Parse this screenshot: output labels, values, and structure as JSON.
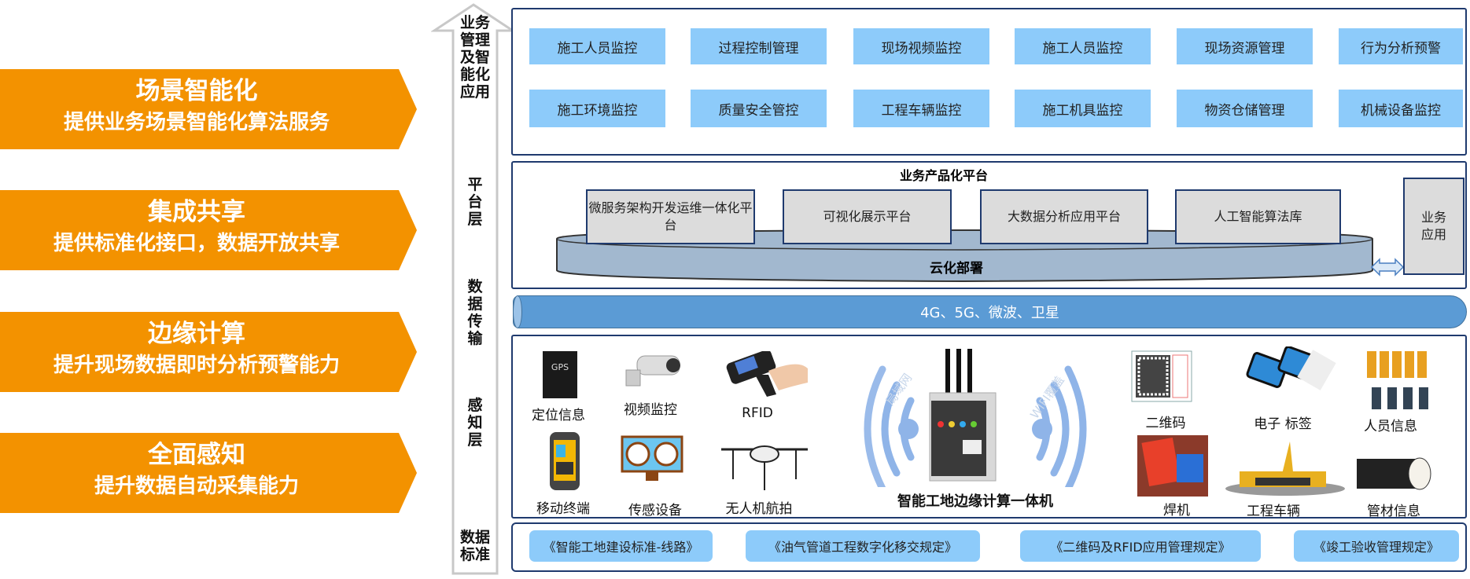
{
  "banners": [
    {
      "title": "场景智能化",
      "subtitle": "提供业务场景智能化算法服务"
    },
    {
      "title": "集成共享",
      "subtitle": "提供标准化接口，数据开放共享"
    },
    {
      "title": "边缘计算",
      "subtitle": "提升现场数据即时分析预警能力"
    },
    {
      "title": "全面感知",
      "subtitle": "提升数据自动采集能力"
    }
  ],
  "layers": {
    "app": "业务管理及智能化应用",
    "platform": "平台层",
    "transport": "数据传输",
    "sensing": "感知层",
    "standard": "数据标准"
  },
  "apps": [
    "施工人员监控",
    "过程控制管理",
    "现场视频监控",
    "施工人员监控",
    "现场资源管理",
    "行为分析预警",
    "施工环境监控",
    "质量安全管控",
    "工程车辆监控",
    "施工机具监控",
    "物资仓储管理",
    "机械设备监控"
  ],
  "platform": {
    "title": "业务产品化平台",
    "modules": [
      "微服务架构开发运维一体化平台",
      "可视化展示平台",
      "大数据分析应用平台",
      "人工智能算法库"
    ],
    "cloud": "云化部署",
    "business_app": "业务应用"
  },
  "transport": "4G、5G、微波、卫星",
  "sensing": {
    "items": [
      "定位信息",
      "视频监控",
      "RFID",
      "移动终端",
      "传感设备",
      "无人机航拍",
      "二维码",
      "电子 标签",
      "人员信息",
      "焊机",
      "工程车辆",
      "管材信息"
    ],
    "edge_device": "智能工地边缘计算一体机",
    "lan": "局域网",
    "wifi": "WIFI覆盖",
    "gps_text": "GPS"
  },
  "standards": [
    "《智能工地建设标准-线路》",
    "《油气管道工程数字化移交规定》",
    "《二维码及RFID应用管理规定》",
    "《竣工验收管理规定》"
  ],
  "colors": {
    "orange": "#f39200",
    "app_blue": "#8dcbfa",
    "pipe_blue": "#5b9bd5",
    "frame": "#1f3a6e",
    "cloud": "#a2b8cf"
  }
}
